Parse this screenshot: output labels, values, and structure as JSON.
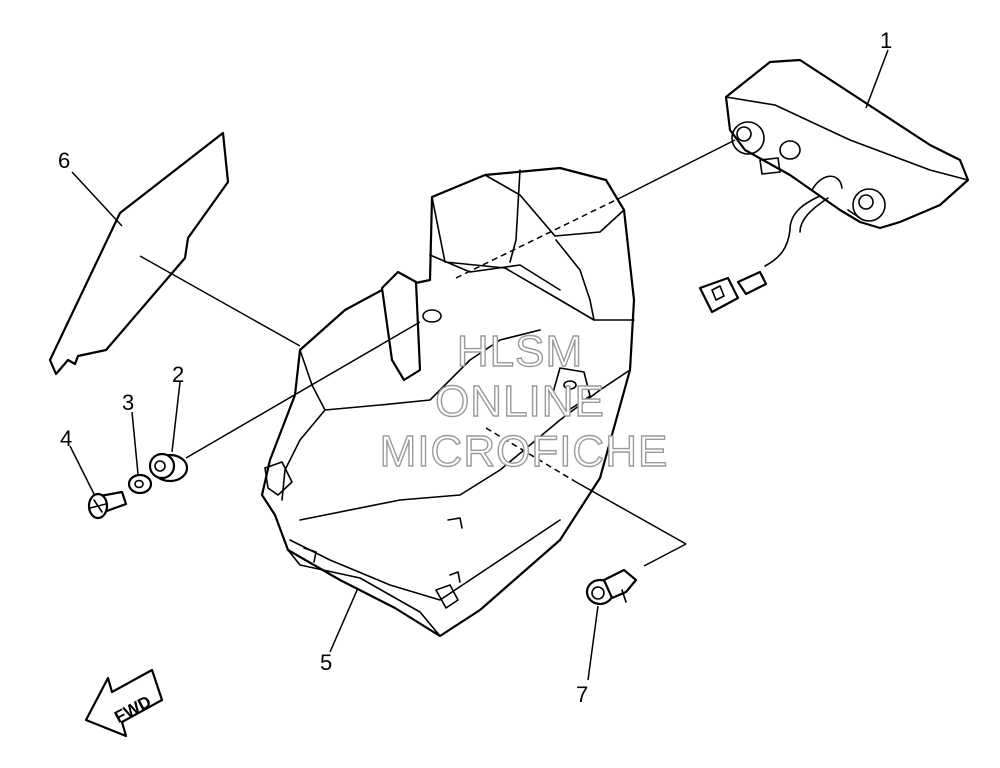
{
  "callouts": [
    "1",
    "2",
    "3",
    "4",
    "5",
    "6",
    "7"
  ],
  "watermark": [
    "HLSM",
    "ONLINE",
    "MICROFICHE"
  ],
  "direction_label": "FWD"
}
